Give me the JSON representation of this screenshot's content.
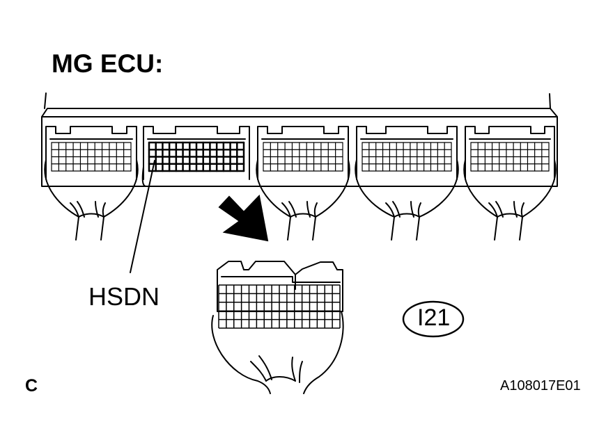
{
  "title": "MG ECU:",
  "terminal_label": "HSDN",
  "connector_code": "I21",
  "corner_letter": "C",
  "figure_code": "A108017E01"
}
